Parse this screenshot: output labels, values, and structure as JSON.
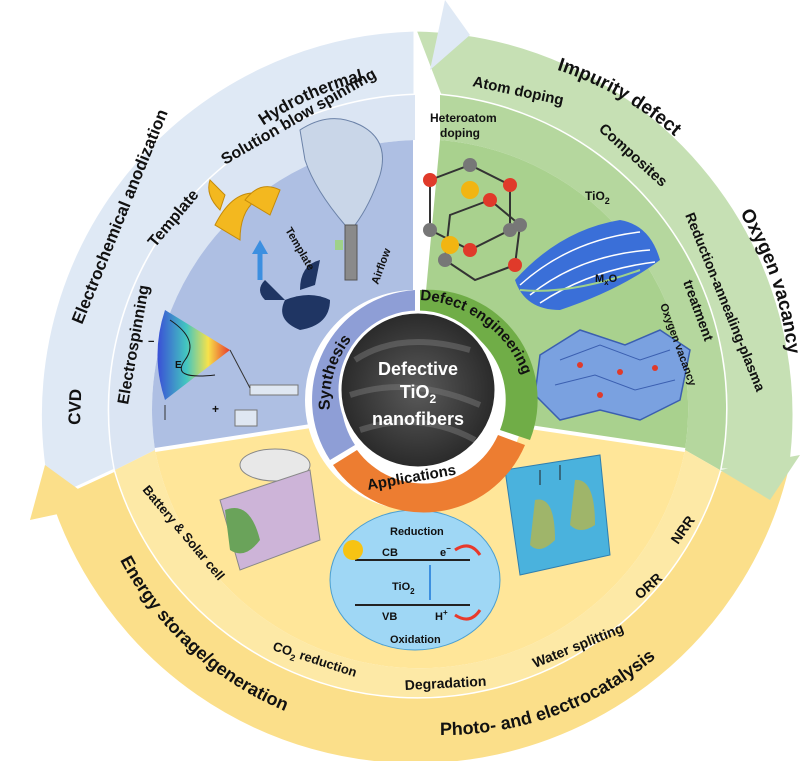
{
  "outer_ring": {
    "synthesis_methods": [
      "Hydrothermal",
      "Electrochemical anodization",
      "CVD"
    ],
    "impurity": "Impurity defect",
    "oxygen": "Oxygen vacancy",
    "energy": "Energy storage/generation",
    "photo": "Photo- and electrocatalysis"
  },
  "inner_ring": {
    "synthesis_methods": [
      "Solution blow spinning",
      "Template",
      "Electrospinning"
    ],
    "defect_items": [
      "Atom doping",
      "Composites",
      "Reduction-annealing-plasma",
      "treatment"
    ],
    "applications": [
      "Battery & Solar cell",
      "CO",
      "2",
      " reduction",
      "Degradation",
      "Water splitting",
      "ORR",
      "NRR"
    ]
  },
  "core": {
    "synthesis": "Synthesis",
    "defect": "Defect engineering",
    "applications": "Applications",
    "center_line1": "Defective",
    "center_line2": "TiO",
    "center_sub": "2",
    "center_line3": "nanofibers"
  },
  "figure_labels": {
    "heteroatom": [
      "Heteroatom",
      "doping"
    ],
    "tio2": "TiO",
    "tio2_sub": "2",
    "mxo": "M",
    "mxo_sub": "x",
    "mxo_tail": "O",
    "oxygen_vacancy": "Oxygen vacancy",
    "airflow": "Airflow",
    "template": "Template",
    "reduction": "Reduction",
    "oxidation": "Oxidation",
    "cb": "CB",
    "vb": "VB",
    "tio2_band": "TiO",
    "tio2_band_sub": "2",
    "e_minus": "e",
    "h_plus": "H",
    "plus": "+",
    "minus": "−",
    "e_field": "E"
  },
  "colors": {
    "outer_blue": "#dfe9f5",
    "outer_green": "#c6e0b4",
    "outer_yellow": "#fbdf8a",
    "inner_blue": "#aebfe3",
    "inner_green": "#a9d18e",
    "inner_yellow": "#ffe699",
    "synthesis_band": "#8e9ed6",
    "defect_band": "#70ad47",
    "app_band": "#ed7d31"
  }
}
